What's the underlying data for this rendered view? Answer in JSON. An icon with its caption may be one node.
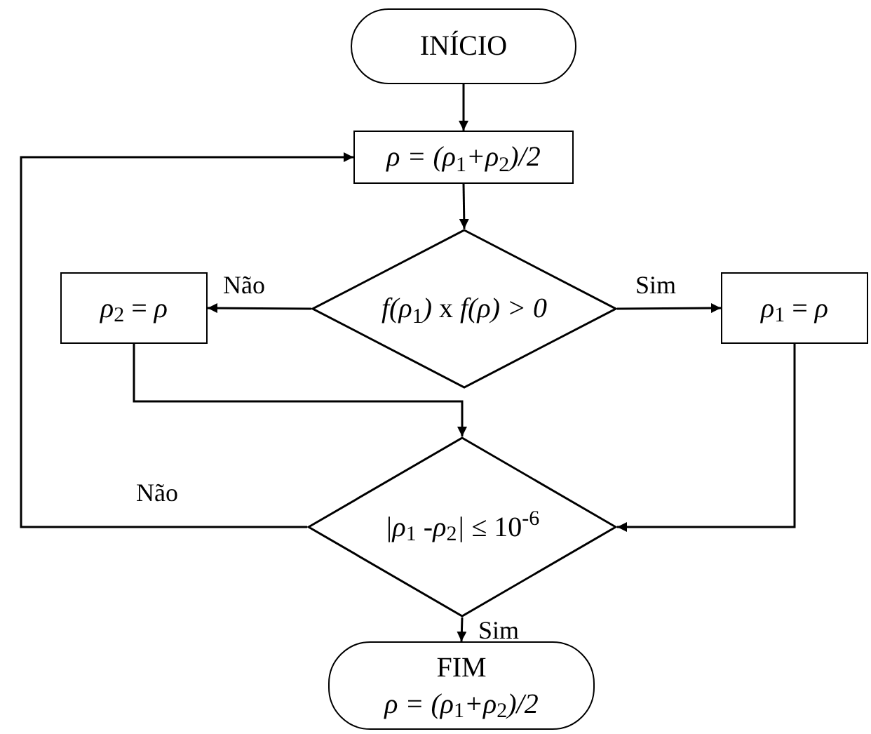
{
  "diagram": {
    "nodes": [
      {
        "text": [
          "INÍCIO"
        ]
      },
      {
        "text": [
          "*ρ = (ρ*$_{1}$*+ρ*$_{2}$*)/2*"
        ]
      },
      {
        "text": [
          "*f(ρ*$_{1}$*)* x *f(ρ) > 0*"
        ]
      },
      {
        "text": [
          "*ρ*$_{2}$ = *ρ*"
        ]
      },
      {
        "text": [
          "*ρ*$_{1}$ = *ρ*"
        ]
      },
      {
        "text": [
          "*|ρ*$_{1}$ *-ρ*$_{2}$*|* ≤ 10$^{-6}$"
        ]
      },
      {
        "text": [
          "FIM",
          "*ρ = (ρ*$_{1}$*+ρ*$_{2}$*)/2*"
        ]
      }
    ],
    "edges": [
      {
        "from": 0,
        "to": 1,
        "arrow": "to"
      },
      {
        "from": 1,
        "to": 2,
        "arrow": "to"
      },
      {
        "from": 2,
        "to": 3,
        "arrow": "to",
        "label": "Não"
      },
      {
        "from": 2,
        "to": 4,
        "arrow": "to",
        "label": "Sim"
      },
      {
        "from": 3,
        "to": 5,
        "arrow": "to"
      },
      {
        "from": 4,
        "to": 5,
        "arrow": "to"
      },
      {
        "from": 5,
        "to": 1,
        "arrow": "to",
        "label": "Não"
      },
      {
        "from": 5,
        "to": 6,
        "arrow": "to",
        "label": "Sim"
      }
    ]
  }
}
